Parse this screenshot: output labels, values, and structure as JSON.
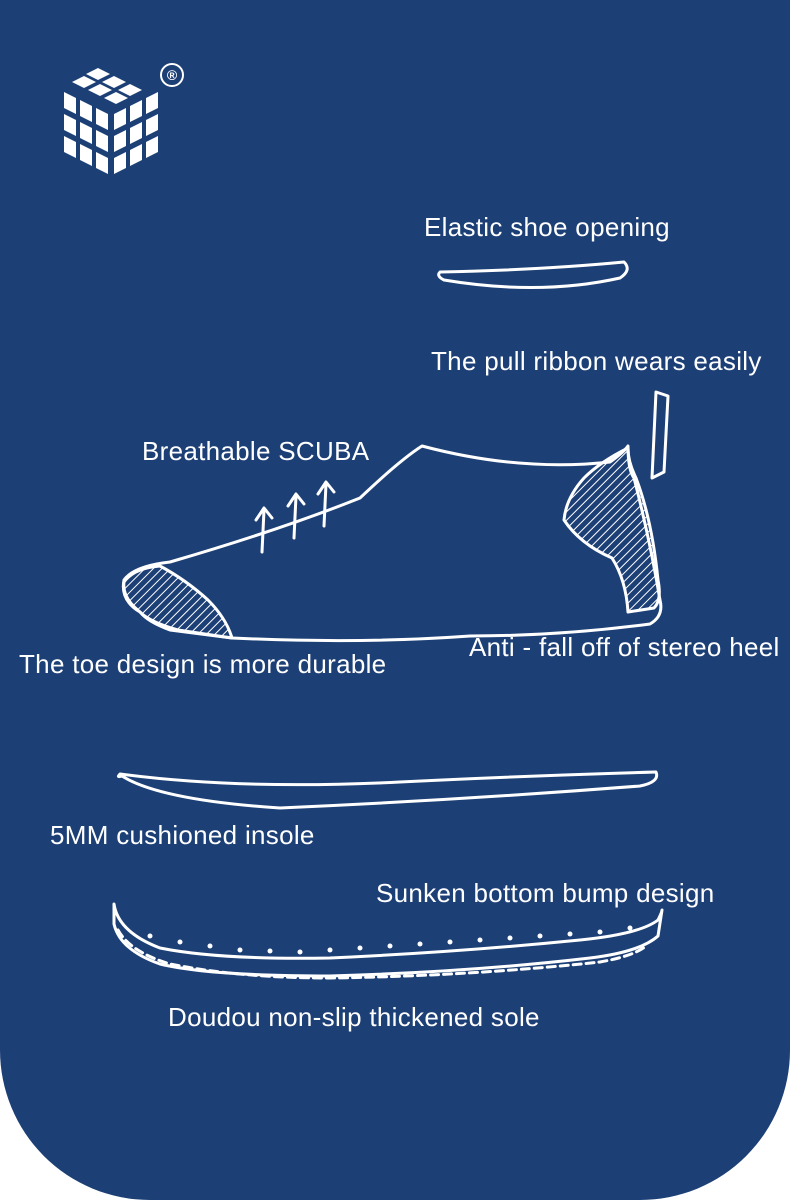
{
  "brand": {
    "logo_icon": "cube-logo-icon",
    "registered_mark": "®"
  },
  "labels": {
    "elastic_opening": "Elastic shoe opening",
    "pull_ribbon": "The pull ribbon wears easily",
    "breathable": "Breathable SCUBA",
    "toe_design": "The toe design is more durable",
    "anti_fall": "Anti - fall off of stereo heel",
    "insole": "5MM cushioned insole",
    "sunken_bump": "Sunken bottom bump design",
    "sole": "Doudou non-slip thickened sole"
  },
  "colors": {
    "background": "#1c3f76",
    "line": "#ffffff"
  }
}
